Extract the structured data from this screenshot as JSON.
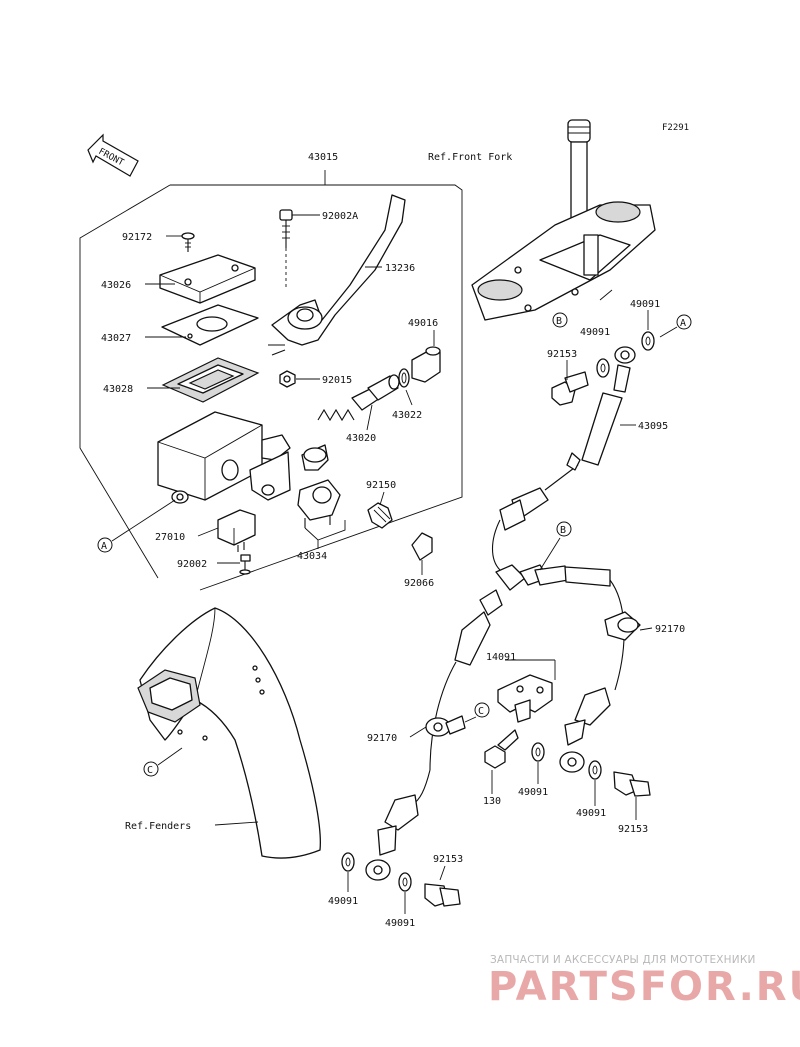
{
  "diagram_code": "F2291",
  "front_label": "FRONT",
  "refs": {
    "front_fork": "Ref.Front Fork",
    "fenders": "Ref.Fenders"
  },
  "callouts": {
    "a": "A",
    "b": "B",
    "c": "C"
  },
  "parts": {
    "p43015": "43015",
    "p92172": "92172",
    "p92002A": "92002A",
    "p13236": "13236",
    "p43026": "43026",
    "p43027": "43027",
    "p43028": "43028",
    "p49016": "49016",
    "p92015": "92015",
    "p43022": "43022",
    "p43020": "43020",
    "p92150": "92150",
    "p27010": "27010",
    "p92002": "92002",
    "p43034": "43034",
    "p92066": "92066",
    "p49091_top1": "49091",
    "p49091_top2": "49091",
    "p92153_top": "92153",
    "p43095": "43095",
    "p92170_right": "92170",
    "p14091": "14091",
    "p92170_left": "92170",
    "p130": "130",
    "p49091_mid": "49091",
    "p49091_right": "49091",
    "p92153_right": "92153",
    "p92153_bottom": "92153",
    "p49091_bl": "49091",
    "p49091_bm": "49091"
  },
  "watermark": {
    "line1": "ЗАПЧАСТИ И АКСЕССУАРЫ ДЛЯ МОТОТЕХНИКИ",
    "line2": "PARTSFOR.RU"
  }
}
